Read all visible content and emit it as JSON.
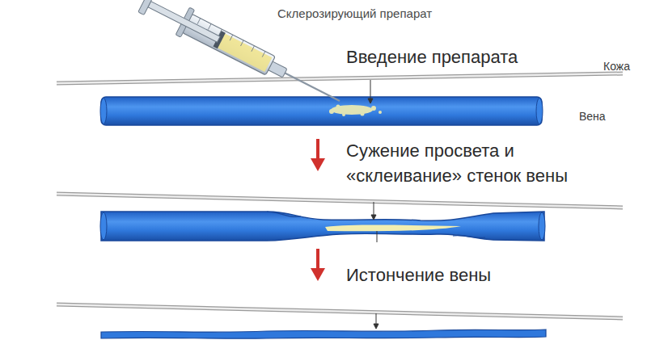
{
  "diagram": {
    "labels": [
      "Склерозирующий препарат",
      "Введение препарата",
      "Кожа",
      "Вена",
      "Сужение просвета и «склеивание» стенок вены",
      "Истончение вены"
    ]
  }
}
